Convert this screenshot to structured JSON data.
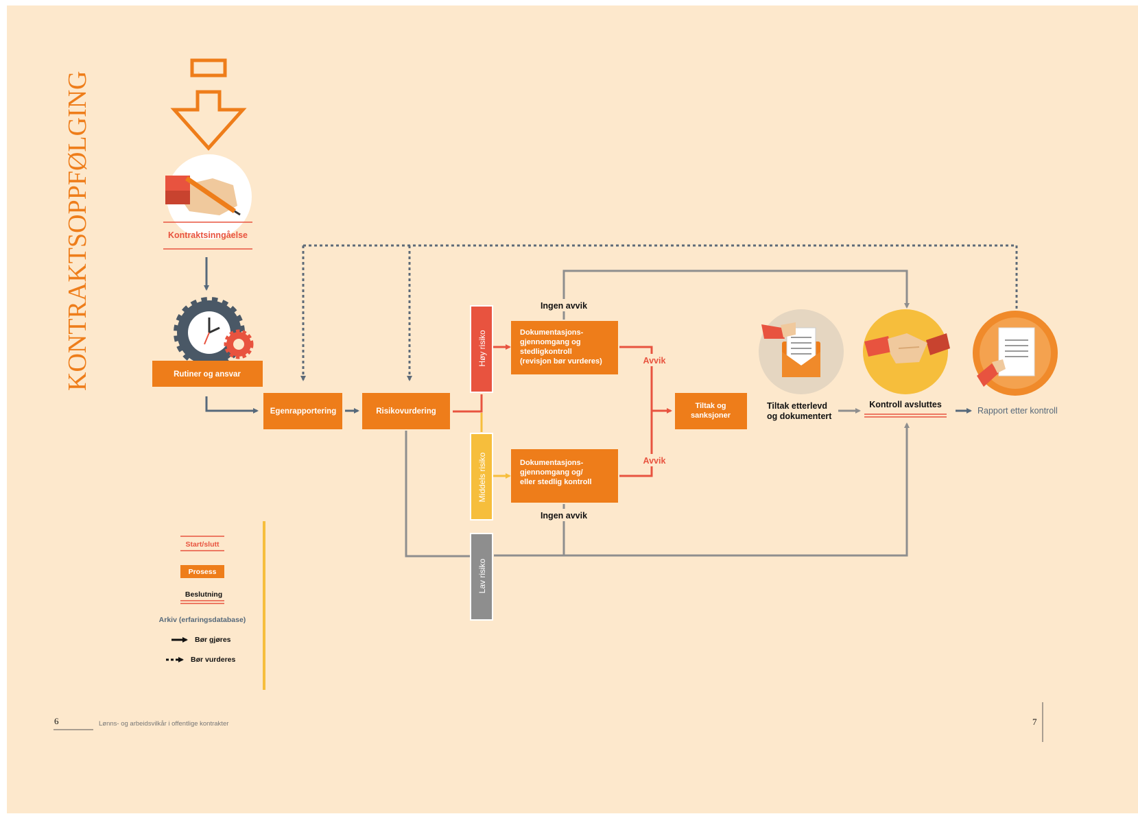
{
  "title": "KONTRAKTSOPPFØLGING",
  "footer": {
    "left_page_number": "6",
    "right_page_number": "7",
    "running_text": "Lønns- og arbeidsvilkår i offentlige kontrakter"
  },
  "steps": {
    "kontraktsinngaelse": "Kontraktsinngåelse",
    "rutiner": "Rutiner og ansvar",
    "egenrapportering": "Egenrapportering",
    "risikovurdering": "Risikovurdering",
    "hoy_risiko": "Høy risiko",
    "middels_risiko": "Middels risiko",
    "lav_risiko": "Lav risiko",
    "dok_hoy": [
      "Dokumentasjons-",
      "gjennomgang og",
      "stedligkontroll",
      "(revisjon bør vurderes)"
    ],
    "dok_middels": [
      "Dokumentasjons-",
      "gjennomgang og/",
      "eller stedlig kontroll"
    ],
    "ingen_avvik_top": "Ingen avvik",
    "ingen_avvik_bottom": "Ingen avvik",
    "avvik_top": "Avvik",
    "avvik_bottom": "Avvik",
    "tiltak": [
      "Tiltak og",
      "sanksjoner"
    ],
    "tiltak_etterlevd": [
      "Tiltak etterlevd",
      "og dokumentert"
    ],
    "kontroll_avsluttes": "Kontroll avsluttes",
    "rapport": "Rapport etter kontroll"
  },
  "legend": {
    "start_slutt": "Start/slutt",
    "prosess": "Prosess",
    "beslutning": "Beslutning",
    "arkiv": "Arkiv (erfaringsdatabase)",
    "bor_gjores": "Bør gjøres",
    "bor_vurderes": "Bør vurderes"
  },
  "colors": {
    "background": "#fde8cc",
    "orange": "#ee7d1a",
    "red": "#e8533f",
    "yellow": "#f6be3c",
    "gray": "#8e8e8e",
    "slate": "#56697b",
    "dotted": "#5d6a78"
  }
}
